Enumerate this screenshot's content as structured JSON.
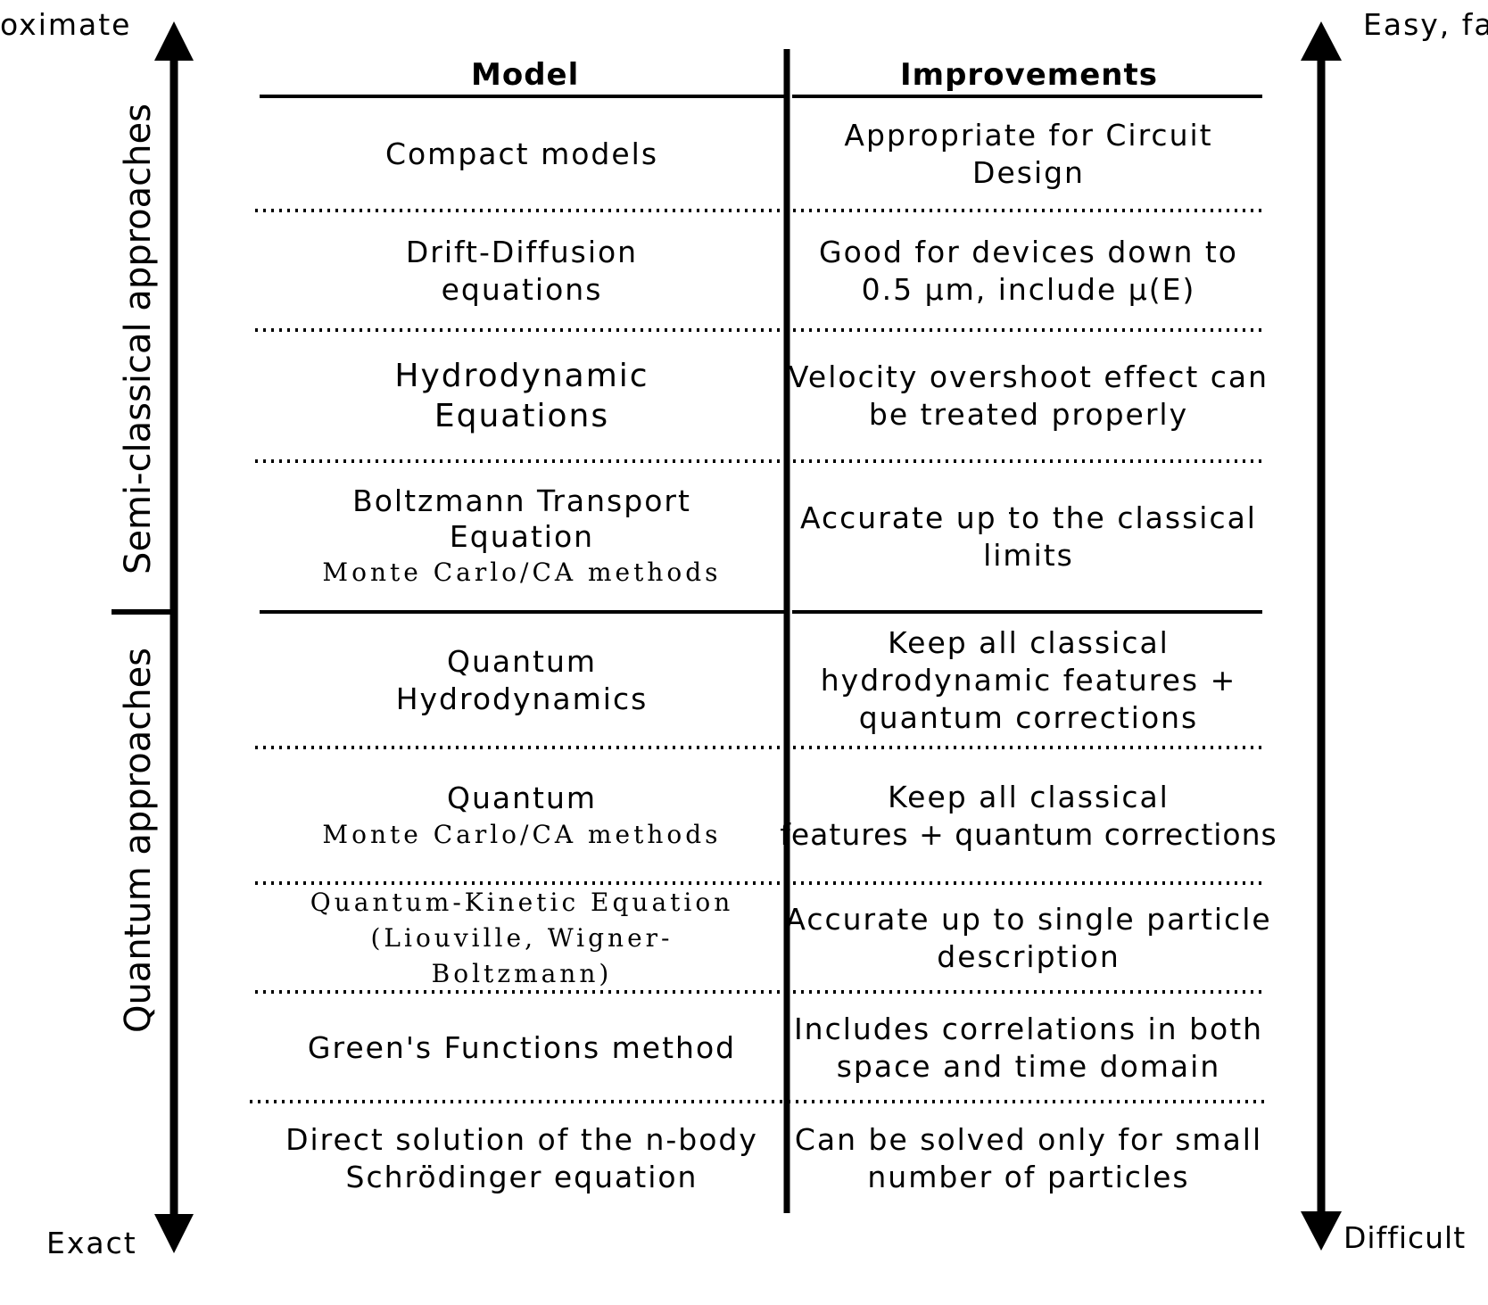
{
  "axis_labels": {
    "top_left": "oximate",
    "bottom_left": "Exact",
    "top_right": "Easy, fa",
    "bottom_right": "Difficult"
  },
  "group_labels": {
    "semi_classical": "Semi-classical approaches",
    "quantum": "Quantum approaches"
  },
  "table": {
    "headers": {
      "model": "Model",
      "improvements": "Improvements"
    },
    "semi_classical_rows": [
      {
        "model": [
          "Compact models"
        ],
        "model_sub": "",
        "improvement": [
          "Appropriate for Circuit",
          "Design"
        ]
      },
      {
        "model": [
          "Drift-Diffusion",
          "equations"
        ],
        "model_sub": "",
        "improvement": [
          "Good for devices down to",
          "0.5 µm, include µ(E)"
        ]
      },
      {
        "model": [
          "Hydrodynamic",
          "Equations"
        ],
        "model_sub": "",
        "improvement": [
          "Velocity overshoot effect can",
          "be treated properly"
        ]
      },
      {
        "model": [
          "Boltzmann Transport",
          "Equation"
        ],
        "model_sub": "Monte Carlo/CA methods",
        "improvement": [
          "Accurate up to the classical",
          "limits"
        ]
      }
    ],
    "quantum_rows": [
      {
        "model": [
          "Quantum",
          "Hydrodynamics"
        ],
        "model_sub": "",
        "improvement": [
          "Keep all classical",
          "hydrodynamic features +",
          "quantum corrections"
        ]
      },
      {
        "model": [
          "Quantum"
        ],
        "model_sub": "Monte Carlo/CA methods",
        "improvement": [
          "Keep all classical",
          "features + quantum corrections"
        ]
      },
      {
        "model": [],
        "model_sub": "Quantum-Kinetic Equation (Liouville, Wigner-Boltzmann)",
        "improvement": [
          "Accurate up to single particle",
          "description"
        ]
      },
      {
        "model": [
          "Green's Functions method"
        ],
        "model_sub": "",
        "improvement": [
          "Includes correlations in both",
          "space and time domain"
        ]
      },
      {
        "model": [
          "Direct solution of the n-body",
          "Schrödinger equation"
        ],
        "model_sub": "",
        "improvement": [
          "Can be solved only for small",
          "number of particles"
        ]
      }
    ]
  }
}
